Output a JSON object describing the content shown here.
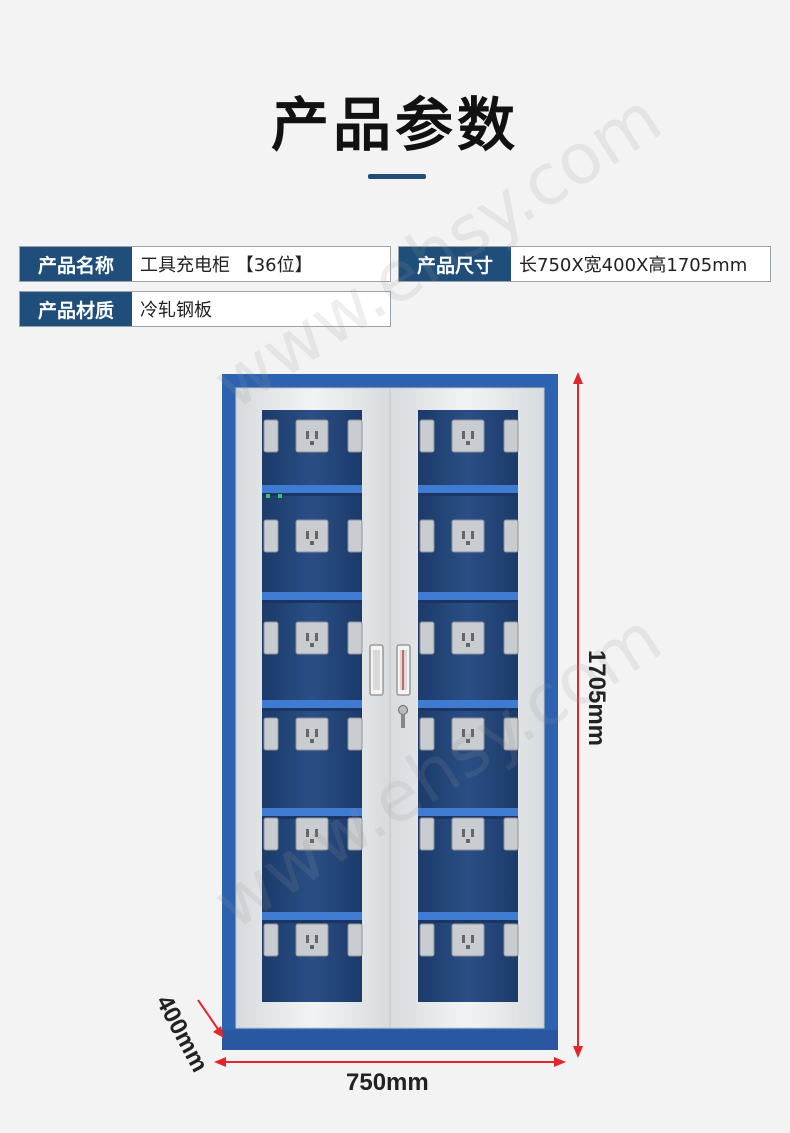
{
  "heading": "产品参数",
  "params": {
    "name_label": "产品名称",
    "name_value": "工具充电柜 【36位】",
    "size_label": "产品尺寸",
    "size_value": "长750X宽400X高1705mm",
    "material_label": "产品材质",
    "material_value": "冷轧钢板"
  },
  "watermark": "www.ehsy.com",
  "dimensions": {
    "width": "750mm",
    "height": "1705mm",
    "depth": "400mm"
  },
  "colors": {
    "accent": "#1f4e7a",
    "cabinet_blue": "#2d62b0",
    "door_frame": "#e6e8ea",
    "dimension_line": "#e2262b"
  }
}
